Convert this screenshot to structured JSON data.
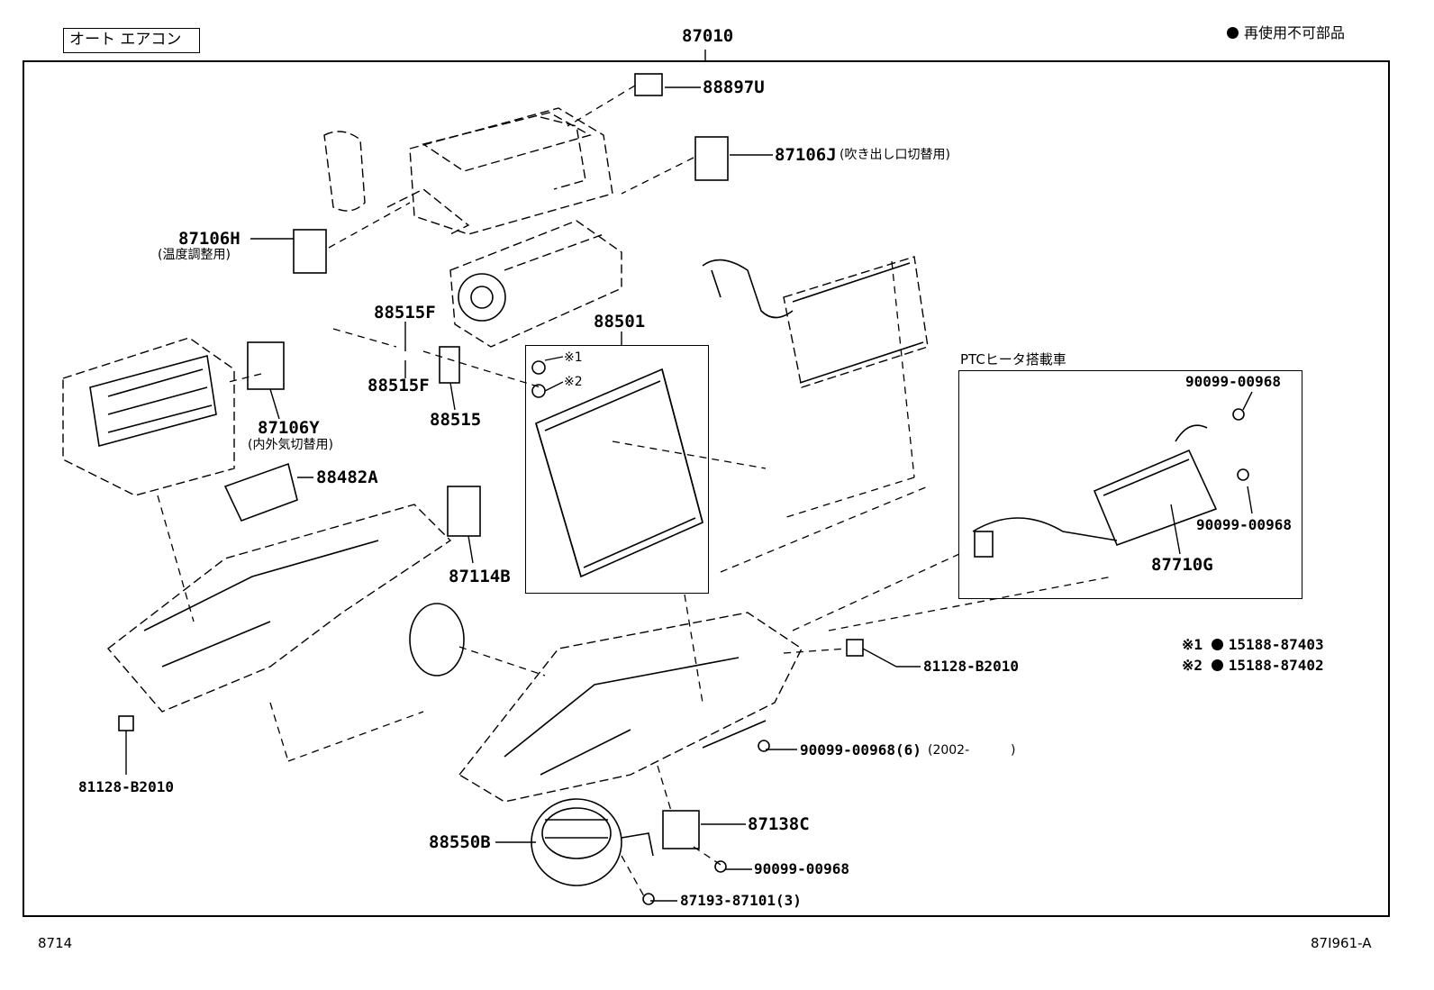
{
  "header": {
    "title": "オート エアコン",
    "assembly_number": "87010",
    "legend_text": "再使用不可部品",
    "legend_marker": "●"
  },
  "parts": {
    "p88897U": "88897U",
    "p87106J": "87106J",
    "p87106J_note": "(吹き出し口切替用)",
    "p87106H": "87106H",
    "p87106H_note": "(温度調整用)",
    "p88515F_a": "88515F",
    "p88515F_b": "88515F",
    "p88515": "88515",
    "p88501": "88501",
    "mark1": "※1",
    "mark2": "※2",
    "p87106Y": "87106Y",
    "p87106Y_note": "(内外気切替用)",
    "p88482A": "88482A",
    "p87114B": "87114B",
    "ptc_title": "PTCヒータ搭載車",
    "p90099_a": "90099-00968",
    "p90099_b": "90099-00968",
    "p87710G": "87710G",
    "p81128_right": "81128-B2010",
    "p81128_left": "81128-B2010",
    "note1_mark": "※1",
    "note1_part": "15188-87403",
    "note2_mark": "※2",
    "note2_part": "15188-87402",
    "p90099_6": "90099-00968(6)",
    "p90099_6_note": "(2002-",
    "p90099_6_close": ")",
    "p87138C": "87138C",
    "p88550B": "88550B",
    "p90099_c": "90099-00968",
    "p87193": "87193-87101(3)"
  },
  "footer": {
    "left_code": "8714",
    "right_code": "87I961-A"
  }
}
